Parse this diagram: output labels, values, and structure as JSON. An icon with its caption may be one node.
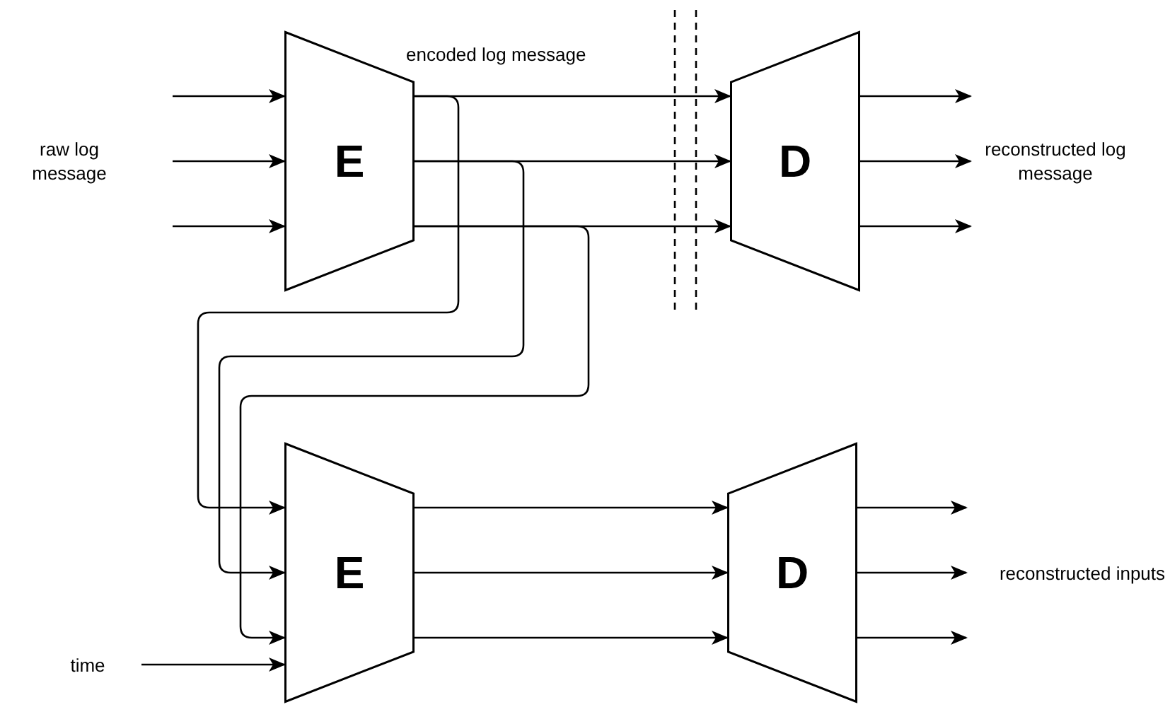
{
  "diagram": {
    "nodes": [
      {
        "text": [
          "raw log message"
        ]
      },
      {
        "text": [
          "E"
        ]
      },
      {
        "text": [
          "D"
        ]
      },
      {
        "text": [
          "reconstructed log message"
        ]
      },
      {
        "text": [
          "time"
        ]
      },
      {
        "text": [
          "E"
        ]
      },
      {
        "text": [
          "D"
        ]
      },
      {
        "text": [
          "reconstructed inputs"
        ]
      }
    ],
    "edges": [
      {
        "from": 0,
        "to": 1,
        "arrow": "to"
      },
      {
        "from": 0,
        "to": 1,
        "arrow": "to"
      },
      {
        "from": 0,
        "to": 1,
        "arrow": "to"
      },
      {
        "from": 1,
        "to": 2,
        "arrow": "to"
      },
      {
        "from": 1,
        "to": 2,
        "arrow": "to"
      },
      {
        "from": 1,
        "to": 2,
        "arrow": "to"
      },
      {
        "from": 2,
        "to": 3,
        "arrow": "to"
      },
      {
        "from": 2,
        "to": 3,
        "arrow": "to"
      },
      {
        "from": 2,
        "to": 3,
        "arrow": "to"
      },
      {
        "from": 1,
        "to": 5,
        "arrow": "to"
      },
      {
        "from": 1,
        "to": 5,
        "arrow": "to"
      },
      {
        "from": 1,
        "to": 5,
        "arrow": "to"
      },
      {
        "from": 4,
        "to": 5,
        "arrow": "to"
      },
      {
        "from": 5,
        "to": 6,
        "arrow": "to"
      },
      {
        "from": 5,
        "to": 6,
        "arrow": "to"
      },
      {
        "from": 5,
        "to": 6,
        "arrow": "to"
      },
      {
        "from": 6,
        "to": 7,
        "arrow": "to"
      },
      {
        "from": 6,
        "to": 7,
        "arrow": "to"
      },
      {
        "from": 6,
        "to": 7,
        "arrow": "to"
      }
    ],
    "labels": [
      "encoded log message"
    ]
  }
}
